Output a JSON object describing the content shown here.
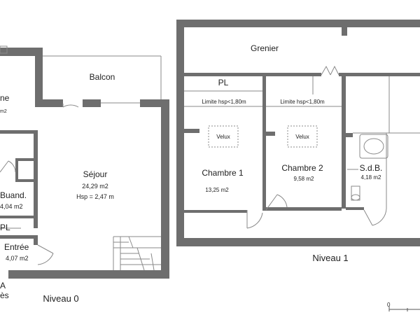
{
  "level0": {
    "title": "Niveau 0",
    "rooms": {
      "cuisine_partial": {
        "name": "ne",
        "area": "m2"
      },
      "balcon": {
        "name": "Balcon"
      },
      "sejour": {
        "name": "Séjour",
        "area": "24,29 m2",
        "height": "Hsp = 2,47 m"
      },
      "buanderie": {
        "name": "Buand.",
        "area": "4,04 m2"
      },
      "placard": {
        "name": "PL"
      },
      "entree": {
        "name": "Entrée",
        "area": "4,07 m2"
      }
    },
    "access_partial": {
      "line1": "A",
      "line2": "ès"
    }
  },
  "level1": {
    "title": "Niveau 1",
    "rooms": {
      "grenier": {
        "name": "Grenier"
      },
      "placard": {
        "name": "PL"
      },
      "chambre1": {
        "name": "Chambre 1",
        "area": "13,25 m2",
        "limit": "Limite hsp<1,80m",
        "velux": "Velux"
      },
      "chambre2": {
        "name": "Chambre 2",
        "area": "9,58 m2",
        "limit": "Limite hsp<1,80m",
        "velux": "Velux"
      },
      "sdb": {
        "name": "S.d.B.",
        "area": "4,18 m2"
      }
    }
  },
  "scale": {
    "zero": "0"
  },
  "colors": {
    "wall": "#6e6e6e",
    "thin_line": "#8a8a8a",
    "background": "#ffffff"
  }
}
